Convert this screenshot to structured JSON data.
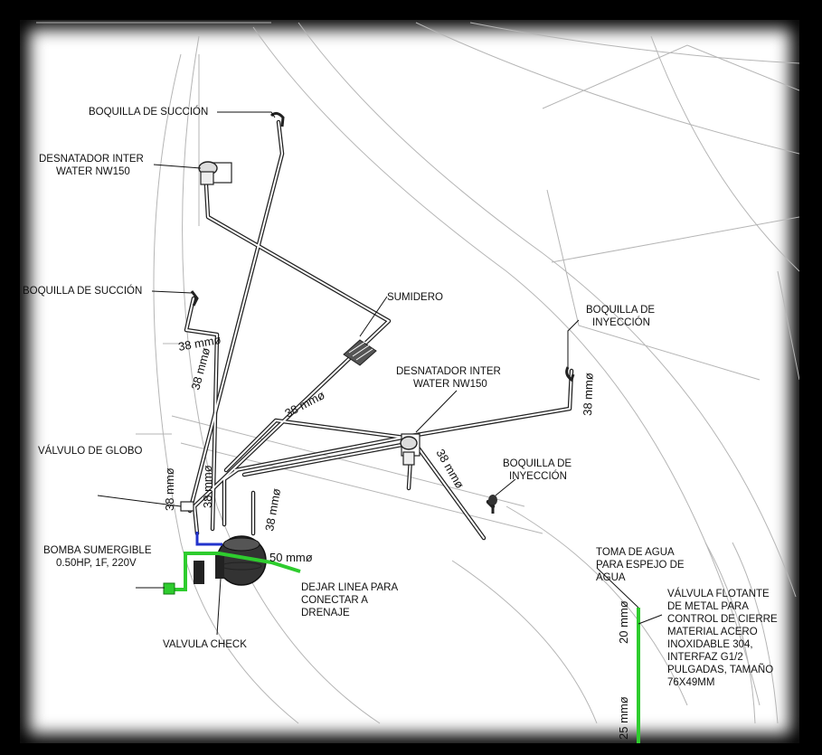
{
  "labels": {
    "boquilla_succion_1": "BOQUILLA DE SUCCIÓN",
    "desnatador_1_a": "DESNATADOR INTER",
    "desnatador_1_b": "WATER NW150",
    "boquilla_succion_2": "BOQUILLA DE SUCCIÓN",
    "sumidero": "SUMIDERO",
    "boquilla_inyeccion_1_a": "BOQUILLA DE",
    "boquilla_inyeccion_1_b": "INYECCIÓN",
    "desnatador_2_a": "DESNATADOR INTER",
    "desnatador_2_b": "WATER NW150",
    "valvulo_globo": "VÁLVULO DE GLOBO",
    "boquilla_inyeccion_2_a": "BOQUILLA DE",
    "boquilla_inyeccion_2_b": "INYECCIÓN",
    "bomba_a": "BOMBA SUMERGIBLE",
    "bomba_b": "0.50HP, 1F, 220V",
    "drenaje_a": "DEJAR LINEA PARA",
    "drenaje_b": "CONECTAR A",
    "drenaje_c": "DRENAJE",
    "valvula_check": "VALVULA CHECK",
    "toma_a": "TOMA DE AGUA",
    "toma_b": "PARA ESPEJO DE",
    "toma_c": "AGUA",
    "flotante_a": "VÁLVULA FLOTANTE",
    "flotante_b": "DE METAL PARA",
    "flotante_c": "CONTROL DE CIERRE",
    "flotante_d": "MATERIAL ACERO",
    "flotante_e": "INOXIDABLE 304,",
    "flotante_f": "INTERFAZ G1/2",
    "flotante_g": "PULGADAS, TAMAÑO",
    "flotante_h": "76X49MM"
  },
  "dimensions": {
    "d38_a": "38 mmø",
    "d38_b": "38 mmø",
    "d38_c": "38 mmø",
    "d38_d": "38 mmø",
    "d38_e": "38 mmø",
    "d38_f": "38 mmø",
    "d38_g": "38 mmø",
    "d38_h": "38 mmø",
    "d50": "50 mmø",
    "d20": "20 mmø",
    "d25": "25 mmø"
  },
  "colors": {
    "pipe": "#222222",
    "pipe_fill": "#ffffff",
    "green_line": "#2ecc2e",
    "blue_line": "#2233cc",
    "background_line": "#b5b5b5"
  }
}
